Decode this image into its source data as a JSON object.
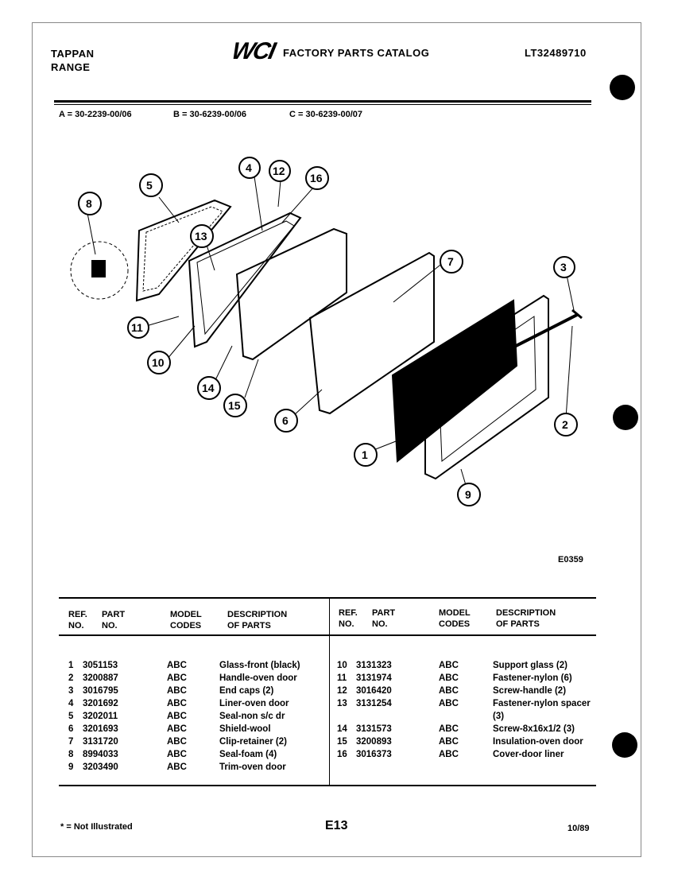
{
  "header": {
    "brand_line1": "TAPPAN",
    "brand_line2": "RANGE",
    "logo_text": "WCI",
    "catalog_title": "FACTORY PARTS CATALOG",
    "catalog_number": "LT32489710"
  },
  "model_codes": {
    "a": "A = 30-2239-00/06",
    "b": "B = 30-6239-00/06",
    "c": "C = 30-6239-00/07"
  },
  "diagram": {
    "figure_code": "E0359",
    "callouts": [
      "1",
      "2",
      "3",
      "4",
      "5",
      "6",
      "7",
      "8",
      "9",
      "10",
      "11",
      "12",
      "13",
      "14",
      "15",
      "16"
    ]
  },
  "table_headers": {
    "ref": "REF.",
    "no": "NO.",
    "part": "PART",
    "part_no": "NO.",
    "model": "MODEL",
    "codes": "CODES",
    "description": "DESCRIPTION",
    "of_parts": "OF PARTS"
  },
  "parts_left": [
    {
      "ref": "1",
      "part": "3051153",
      "codes": "ABC",
      "desc": "Glass-front (black)"
    },
    {
      "ref": "2",
      "part": "3200887",
      "codes": "ABC",
      "desc": "Handle-oven door"
    },
    {
      "ref": "3",
      "part": "3016795",
      "codes": "ABC",
      "desc": "End caps (2)"
    },
    {
      "ref": "4",
      "part": "3201692",
      "codes": "ABC",
      "desc": "Liner-oven door"
    },
    {
      "ref": "5",
      "part": "3202011",
      "codes": "ABC",
      "desc": "Seal-non s/c dr"
    },
    {
      "ref": "6",
      "part": "3201693",
      "codes": "ABC",
      "desc": "Shield-wool"
    },
    {
      "ref": "7",
      "part": "3131720",
      "codes": "ABC",
      "desc": "Clip-retainer (2)"
    },
    {
      "ref": "8",
      "part": "8994033",
      "codes": "ABC",
      "desc": "Seal-foam (4)"
    },
    {
      "ref": "9",
      "part": "3203490",
      "codes": "ABC",
      "desc": "Trim-oven door"
    }
  ],
  "parts_right": [
    {
      "ref": "10",
      "part": "3131323",
      "codes": "ABC",
      "desc": "Support glass (2)"
    },
    {
      "ref": "11",
      "part": "3131974",
      "codes": "ABC",
      "desc": "Fastener-nylon (6)"
    },
    {
      "ref": "12",
      "part": "3016420",
      "codes": "ABC",
      "desc": "Screw-handle (2)"
    },
    {
      "ref": "13",
      "part": "3131254",
      "codes": "ABC",
      "desc": "Fastener-nylon spacer"
    },
    {
      "ref": "",
      "part": "",
      "codes": "",
      "desc": "(3)"
    },
    {
      "ref": "14",
      "part": "3131573",
      "codes": "ABC",
      "desc": "Screw-8x16x1/2 (3)"
    },
    {
      "ref": "15",
      "part": "3200893",
      "codes": "ABC",
      "desc": "Insulation-oven door"
    },
    {
      "ref": "16",
      "part": "3016373",
      "codes": "ABC",
      "desc": "Cover-door liner"
    }
  ],
  "footer": {
    "note": "* = Not Illustrated",
    "page": "E13",
    "date": "10/89"
  }
}
